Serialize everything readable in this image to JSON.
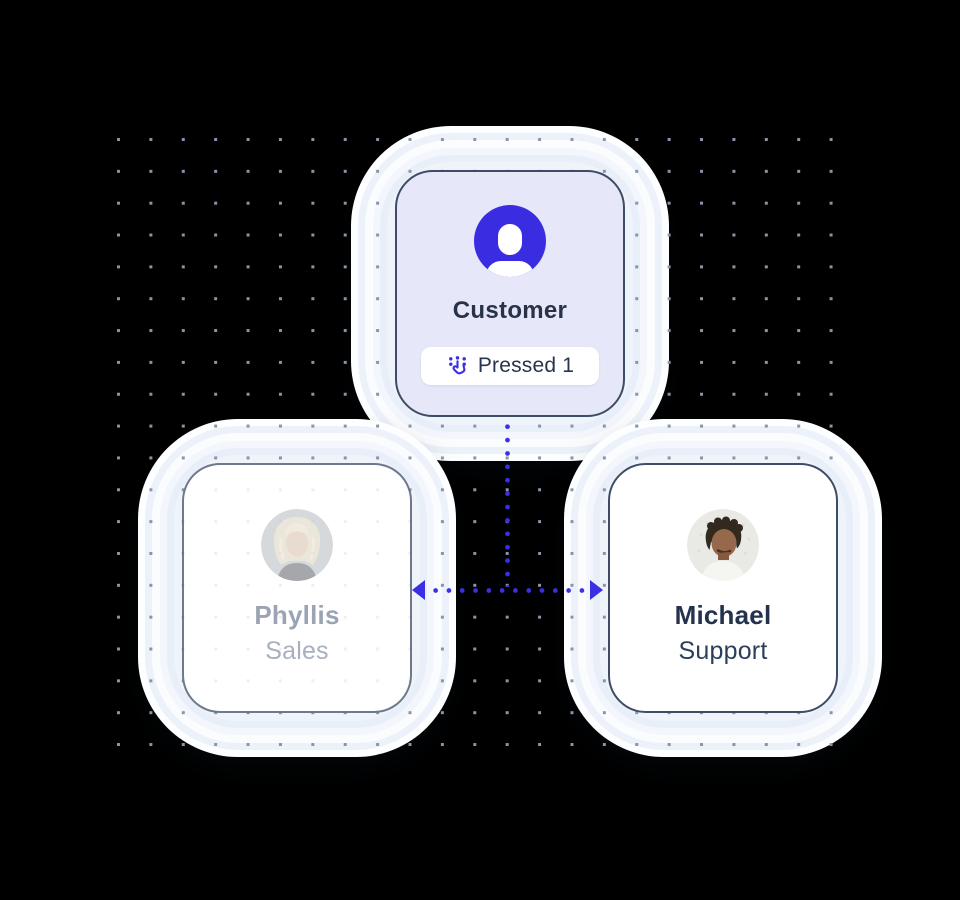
{
  "canvas": {
    "background": "#000000",
    "grid_dot_color": "#8A94A8"
  },
  "colors": {
    "accent_blue": "#3B2FE4",
    "customer_card_bg": "#E6E7F8",
    "card_border": "#3F4C66",
    "glow": "#EDF2FA",
    "text_dark": "#24324D",
    "text_inactive": "#9BA4B3"
  },
  "flow": {
    "customer": {
      "label": "Customer",
      "avatar_icon": "person-icon",
      "badge": {
        "icon": "dialpad-press-icon",
        "label": "Pressed 1"
      }
    },
    "connector": {
      "style": "dotted",
      "branches": [
        "left",
        "right"
      ]
    },
    "agents": [
      {
        "name": "Phyllis",
        "role": "Sales",
        "state": "inactive",
        "avatar": "woman-photo-avatar"
      },
      {
        "name": "Michael",
        "role": "Support",
        "state": "active",
        "avatar": "man-photo-avatar"
      }
    ]
  }
}
